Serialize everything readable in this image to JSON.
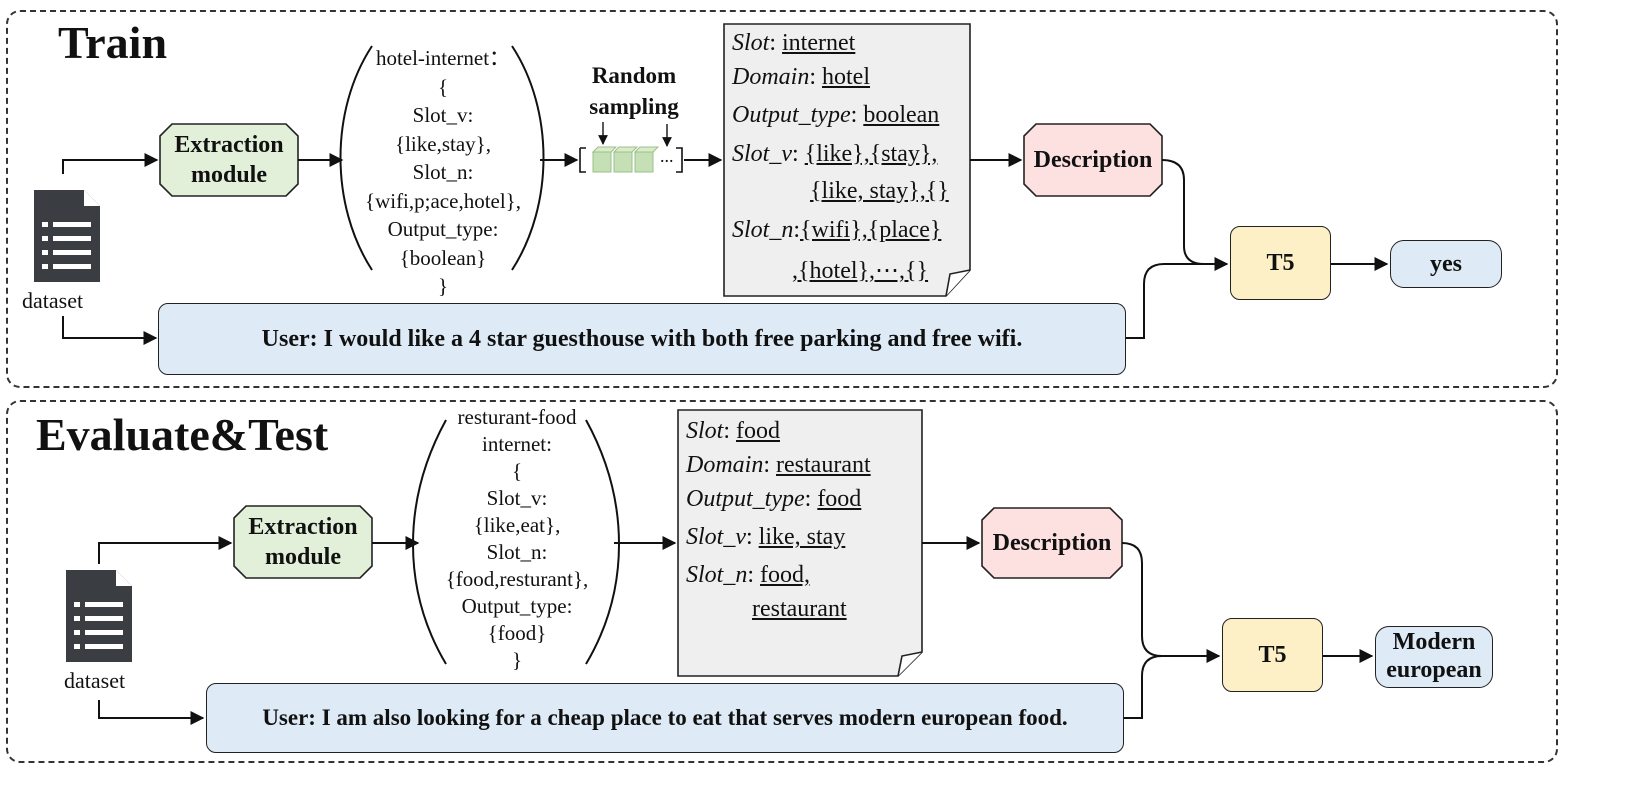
{
  "train": {
    "title": "Train",
    "extraction_label": "Extraction module",
    "stack_lines": [
      "hotel-internet：",
      "{",
      "Slot_v:",
      "{like,stay},",
      "Slot_n:",
      "{wifi,p;ace,hotel},",
      "Output_type:",
      "{boolean}",
      "}"
    ],
    "random_sampling": "Random sampling",
    "ellipsis": "...",
    "doc": {
      "slot_key": "Slot",
      "slot_val": "internet",
      "domain_key": "Domain",
      "domain_val": "hotel",
      "output_key": "Output_type",
      "output_val": "boolean",
      "slotv_key": "Slot_v",
      "slotv_val1": "{like},{stay},",
      "slotv_val2": "{like, stay},{}",
      "slotn_key": "Slot_n",
      "slotn_val1": "{wifi},{place}",
      "slotn_val2": ",{hotel},⋯,{}"
    },
    "description": "Description",
    "t5": "T5",
    "answer": "yes",
    "dataset": "dataset",
    "user_text": "User: I would like a 4 star guesthouse with both free parking and free wifi."
  },
  "test": {
    "title": "Evaluate&Test",
    "extraction_label": "Extraction module",
    "stack_lines": [
      "resturant-food",
      "internet:",
      "{",
      "Slot_v:",
      "{like,eat},",
      "Slot_n:",
      "{food,resturant},",
      "Output_type:",
      "{food}",
      "}"
    ],
    "doc": {
      "slot_key": "Slot",
      "slot_val": "food",
      "domain_key": "Domain",
      "domain_val": "restaurant",
      "output_key": "Output_type",
      "output_val": "food",
      "slotv_key": "Slot_v",
      "slotv_val": "like, stay",
      "slotn_key": "Slot_n",
      "slotn_val1": "food,",
      "slotn_val2": "restaurant"
    },
    "description": "Description",
    "t5": "T5",
    "answer": "Modern european",
    "dataset": "dataset",
    "user_text": "User: I am also looking for a cheap place to eat that serves modern european food."
  },
  "colors": {
    "extraction": "#e2f0d9",
    "description": "#fde0e0",
    "t5": "#fdf0c6",
    "answer": "#deebf7",
    "user": "#deebf7",
    "doc": "#efefef",
    "cube": "#c5e0b4",
    "doc_icon": "#3a3d42"
  }
}
